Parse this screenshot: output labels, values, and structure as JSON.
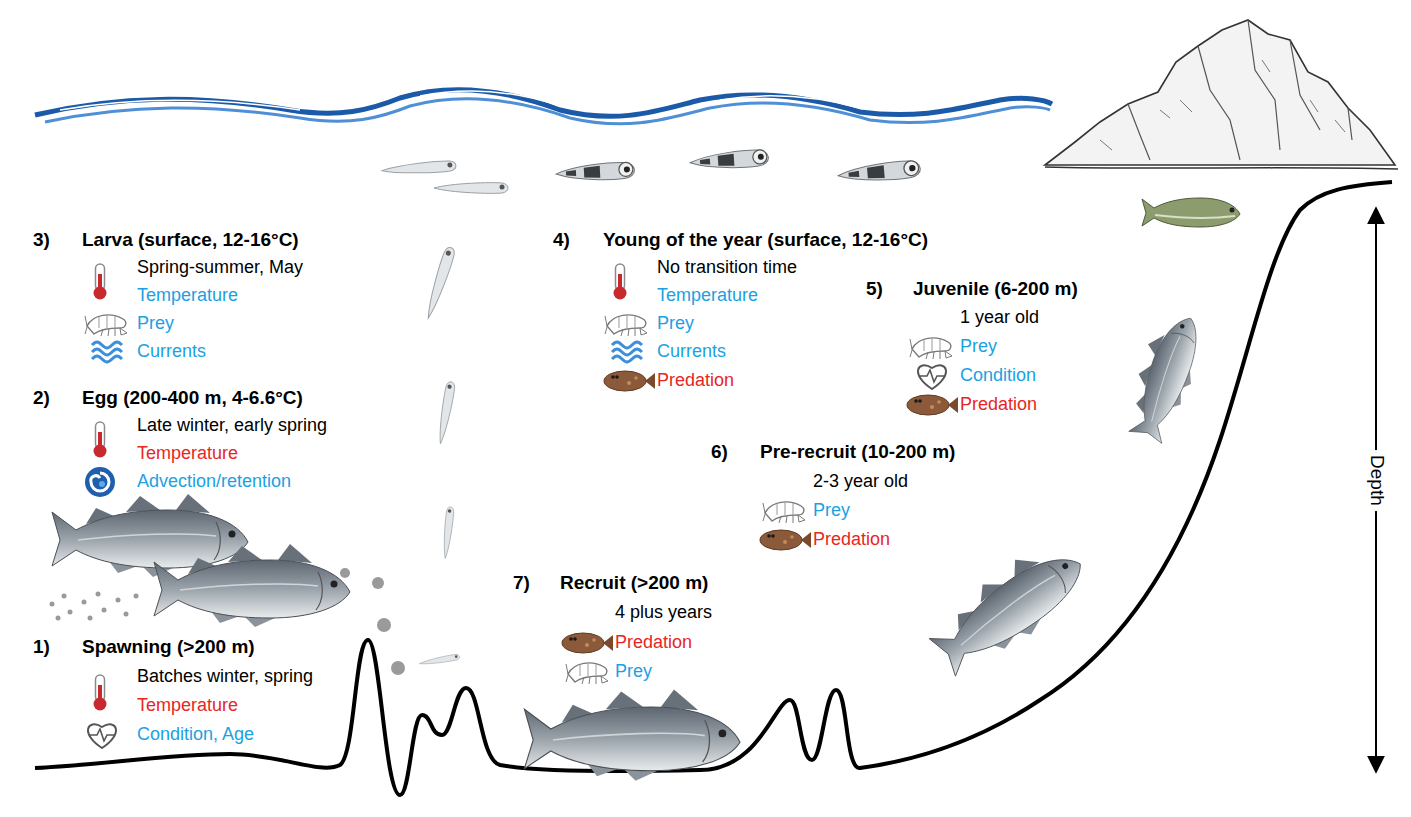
{
  "diagram": {
    "labels": [
      "3)",
      "Larva (surface, 12-16°C)",
      "Spring-summer, May",
      "Temperature",
      "Prey",
      "Currents",
      "4)",
      "Young of the year (surface, 12-16°C)",
      "No transition time",
      "Temperature",
      "Prey",
      "Currents",
      "Predation",
      "2)",
      "Egg (200-400 m, 4-6.6°C)",
      "Late winter, early spring",
      "Temperature",
      "Advection/retention",
      "5)",
      "Juvenile (6-200 m)",
      "1 year old",
      "Prey",
      "Condition",
      "Predation",
      "6)",
      "Pre-recruit (10-200 m)",
      "2-3 year old",
      "Prey",
      "Predation",
      "7)",
      "Recruit (>200 m)",
      "4 plus years",
      "Predation",
      "Prey",
      "1)",
      "Spawning (>200 m)",
      "Batches winter, spring",
      "Temperature",
      "Condition, Age",
      "Depth"
    ]
  }
}
